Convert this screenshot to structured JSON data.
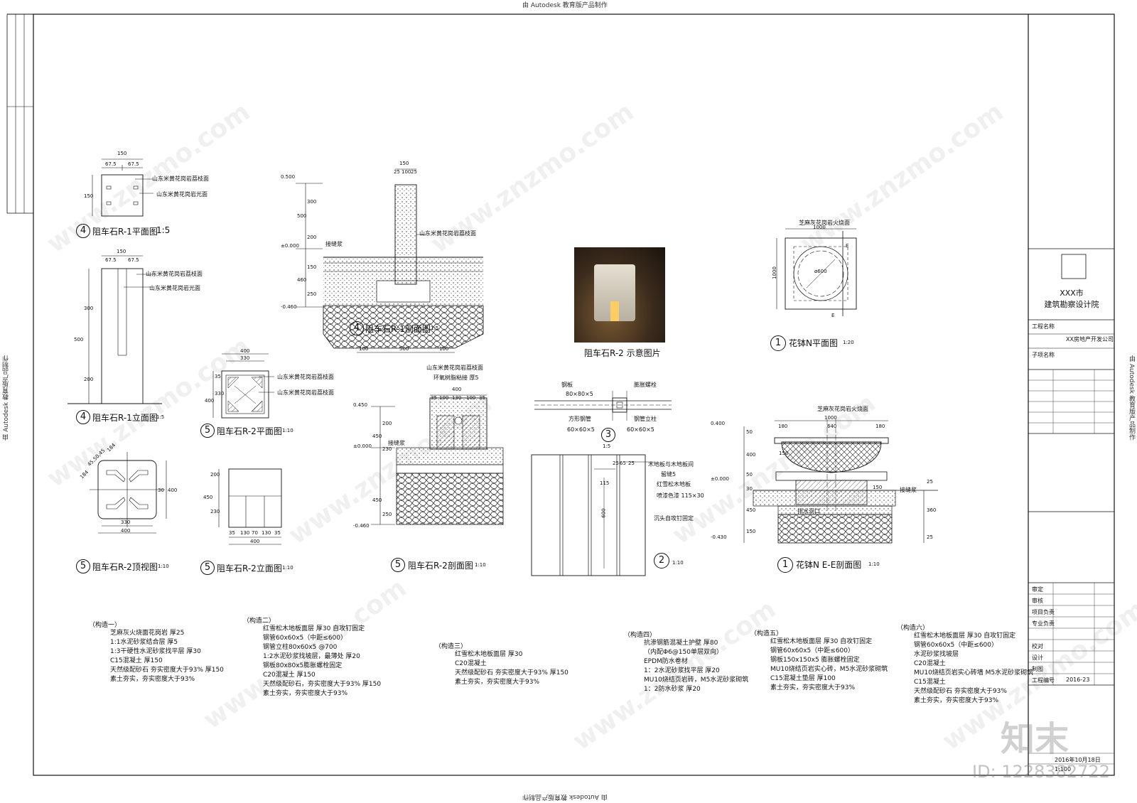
{
  "stamps": {
    "top": "由 Autodesk 教育版产品制作",
    "bottom": "由 Autodesk 教育版产品制作",
    "left": "由 Autodesk 教育版产品制作",
    "right": "由 Autodesk 教育版产品制作"
  },
  "drawings": {
    "r1_plan": {
      "num": "4",
      "title": "阻车石R-1平面图",
      "scale": "1:5",
      "dims": [
        "150",
        "67.5",
        "67.5",
        "150"
      ],
      "labels": [
        "山东米黄花岗岩荔枝面",
        "山东米黄花岗岩光面"
      ]
    },
    "r1_elev": {
      "num": "4",
      "title": "阻车石R-1立面图",
      "scale": "1:5",
      "dims": [
        "150",
        "67.5",
        "67.5",
        "300",
        "500",
        "200"
      ],
      "labels": [
        "山东米黄花岗岩荔枝面",
        "山东米黄花岗岩光面"
      ]
    },
    "r2_top": {
      "num": "5",
      "title": "阻车石R-2顶视图",
      "scale": "1:10",
      "dims": [
        "184",
        "184",
        "45,50,45",
        "330",
        "400",
        "30",
        "400"
      ]
    },
    "r2_plan": {
      "num": "5",
      "title": "阻车石R-2平面图",
      "scale": "1:10",
      "dims": [
        "400",
        "330",
        "35",
        "330",
        "400"
      ],
      "labels": [
        "山东米黄花岗岩荔枝面",
        "山东米黄花岗岩荔枝面"
      ]
    },
    "r2_elev": {
      "num": "5",
      "title": "阻车石R-2立面图",
      "scale": "1:10",
      "dims": [
        "200",
        "450",
        "230",
        "35",
        "130",
        "70",
        "130",
        "35",
        "400"
      ]
    },
    "r2_section": {
      "num": "5",
      "title": "阻车石R-2剖面图",
      "scale": "1:10",
      "labels": [
        "山东米黄花岗岩荔枝面",
        "环氧树脂粘接 厚5",
        "接缝浆"
      ],
      "dims": [
        "400",
        "35",
        "100",
        "130",
        "100",
        "35",
        "200",
        "450",
        "230",
        "450",
        "250"
      ],
      "levels": [
        "0.450",
        "±0.000",
        "-0.460"
      ]
    },
    "r1_section": {
      "num": "4",
      "title": "阻车石R-1剖面图",
      "scale": "1:5",
      "labels": [
        "山东米黄花岗岩荔枝面",
        "接缝浆"
      ],
      "dims": [
        "150",
        "25",
        "100",
        "25",
        "300",
        "500",
        "200",
        "150",
        "460",
        "250",
        "100",
        "500",
        "100"
      ],
      "levels": [
        "0.500",
        "±0.000",
        "-0.460"
      ]
    },
    "photo": {
      "title": "阻车石R-2 示意图片"
    },
    "detail3": {
      "num": "3",
      "scale": "1:5",
      "labels": [
        "钢板",
        "80×80×5",
        "膨胀螺栓",
        "方形钢管",
        "钢管立柱",
        "60×60×5",
        "60×60×5"
      ]
    },
    "detail2": {
      "num": "2",
      "scale": "1:10",
      "labels": [
        "木地板与木地板间",
        "留缝5",
        "红雪松木地板",
        "喷漆色漆 115×30",
        "沉头自攻钉固定"
      ],
      "dims": [
        "25",
        "65",
        "25",
        "115",
        "600"
      ]
    },
    "planter_plan": {
      "num": "1",
      "title": "花钵N平面图",
      "scale": "1:20",
      "labels": [
        "芝麻灰花岗岩火烧面",
        "1000",
        "ø600",
        "1000",
        "E",
        "E"
      ]
    },
    "planter_section": {
      "num": "1",
      "title": "花钵N E-E剖面图",
      "scale": "1:10",
      "labels": [
        "芝麻灰花岗岩火烧面",
        "接缝浆",
        "排水洞口",
        "1000",
        "180",
        "640",
        "180",
        "150",
        "150"
      ],
      "dims": [
        "50",
        "400",
        "50",
        "30",
        "450",
        "150",
        "25",
        "360",
        "25"
      ],
      "levels": [
        "0.400",
        "±0.000",
        "-0.430"
      ]
    }
  },
  "notes": [
    {
      "title": "（构造一）",
      "lines": [
        "芝麻灰火烧面花岗岩 厚25",
        "1:1水泥砂浆结合层 厚5",
        "1:3干硬性水泥砂浆找平层 厚30",
        "C15混凝土 厚150",
        "天然级配砂石 夯实密度大于93% 厚150",
        "素土夯实，夯实密度大于93%"
      ]
    },
    {
      "title": "（构造二）",
      "lines": [
        "红雪松木地板面层 厚30 自攻钉固定",
        "钢管60x60x5（中距≤600）",
        "钢管立柱80x60x5 @700",
        "1:2水泥砂浆找坡层，最薄处 厚20",
        "钢板80x80x5膨胀螺栓固定",
        "C20混凝土 厚150",
        "天然级配砂石，夯实密度大于93% 厚150",
        "素土夯实，夯实密度大于93%"
      ]
    },
    {
      "title": "（构造三）",
      "lines": [
        "红雪松木地板面层 厚30",
        "C20混凝土",
        "天然级配砂石 夯实密度大于93% 厚150",
        "素土夯实，夯实密度大于93%"
      ]
    },
    {
      "title": "（构造四）",
      "lines": [
        "抗渗钢筋混凝土护壁 厚80",
        "（内配Φ6@150单层双向）",
        "EPDM防水卷材",
        "1：2水泥砂浆找平层 厚20",
        "MU10烧结页岩砖，M5水泥砂浆砌筑",
        "1：2防水砂浆 厚20"
      ]
    },
    {
      "title": "（构造五）",
      "lines": [
        "红雪松木地板面层 厚30 自攻钉固定",
        "钢管60x60x5（中距≤600）",
        "钢板150x150x5 膨胀螺栓固定",
        "MU10烧结页岩实心砖，M5水泥砂浆砌筑",
        "C15混凝土垫层 厚100",
        "素土夯实，夯实密度大于93%"
      ]
    },
    {
      "title": "（构造六）",
      "lines": [
        "红雪松木地板面层 厚30 自攻钉固定",
        "钢管60x60x5（中距≤600）",
        "水泥砂浆找坡层",
        "C20混凝土",
        "MU10烧结页岩实心砖墙 M5水泥砂浆砌筑",
        "C15混凝土",
        "天然级配砂石 夯实密度大于93%",
        "素土夯实，夯实密度大于93%"
      ]
    }
  ],
  "title_block": {
    "institute_line1": "XXX市",
    "institute_line2": "建筑勘察设计院",
    "project_label": "工程名称",
    "project": "XX房地产开发公司",
    "sub_label": "子项名称",
    "roles": [
      "审定",
      "审核",
      "项目负责",
      "专业负责",
      "校对",
      "设计",
      "制图"
    ],
    "job_no_label": "工程编号",
    "job_no": "2016-23",
    "date": "2016年10月18日",
    "scale": "1:100"
  },
  "watermarks": {
    "site": "www.znzmo.com",
    "brand": "知末",
    "id": "ID: 1228382722"
  }
}
